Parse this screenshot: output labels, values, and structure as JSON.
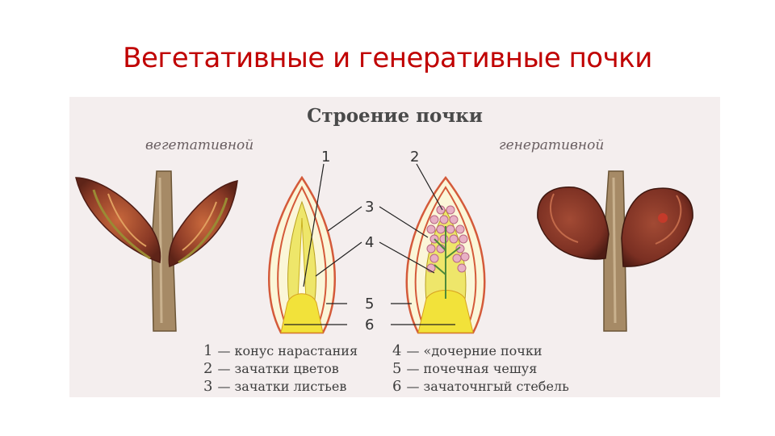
{
  "slide": {
    "title": "Вегетативные и генеративные почки"
  },
  "figure": {
    "title": "Строение почки",
    "labels": {
      "vegetative": "вегетативной",
      "generative": "генеративной"
    },
    "numbers": [
      "1",
      "2",
      "3",
      "4",
      "5",
      "6"
    ],
    "legend": [
      {
        "num": "1",
        "dash": "—",
        "text": "конус нарастания"
      },
      {
        "num": "2",
        "dash": "—",
        "text": "зачатки цветов"
      },
      {
        "num": "3",
        "dash": "—",
        "text": "зачатки листьев"
      },
      {
        "num": "4",
        "dash": "—",
        "text": "«дочерние почки"
      },
      {
        "num": "5",
        "dash": "—",
        "text": "почечная чешуя"
      },
      {
        "num": "6",
        "dash": "—",
        "text": "зачаточнгый стебель"
      }
    ]
  },
  "colors": {
    "title_red": "#c00000",
    "panel_bg": "#f4eeee",
    "scale_brown": "#8b3a26",
    "scale_green": "#9a8a34",
    "stem_tan": "#a68a66",
    "core_yellow": "#f2e23a",
    "scale_red": "#d45a3a",
    "flower_pink": "#e8b0c4"
  }
}
